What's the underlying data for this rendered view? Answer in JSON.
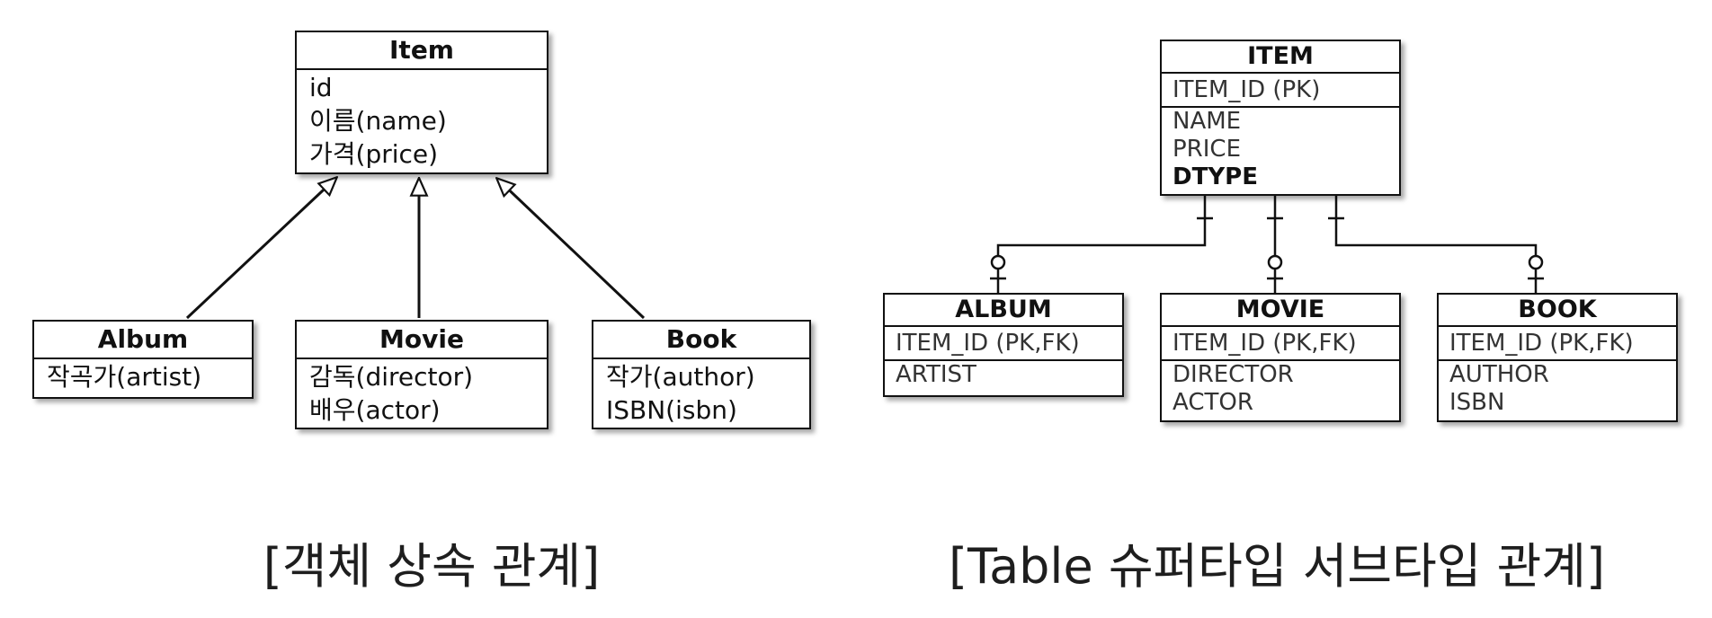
{
  "object_model": {
    "parent": {
      "title": "Item",
      "attributes": [
        "id",
        "이름(name)",
        "가격(price)"
      ]
    },
    "children": [
      {
        "title": "Album",
        "attributes": [
          "작곡가(artist)"
        ]
      },
      {
        "title": "Movie",
        "attributes": [
          "감독(director)",
          "배우(actor)"
        ]
      },
      {
        "title": "Book",
        "attributes": [
          "작가(author)",
          "ISBN(isbn)"
        ]
      }
    ],
    "caption": "[객체 상속 관계]"
  },
  "table_model": {
    "parent": {
      "title": "ITEM",
      "key": "ITEM_ID (PK)",
      "attributes": [
        "NAME",
        "PRICE",
        "DTYPE"
      ]
    },
    "children": [
      {
        "title": "ALBUM",
        "key": "ITEM_ID (PK,FK)",
        "attributes": [
          "ARTIST"
        ]
      },
      {
        "title": "MOVIE",
        "key": "ITEM_ID (PK,FK)",
        "attributes": [
          "DIRECTOR",
          "ACTOR"
        ]
      },
      {
        "title": "BOOK",
        "key": "ITEM_ID (PK,FK)",
        "attributes": [
          "AUTHOR",
          "ISBN"
        ]
      }
    ],
    "caption": "[Table 슈퍼타입 서브타입 관계]"
  }
}
